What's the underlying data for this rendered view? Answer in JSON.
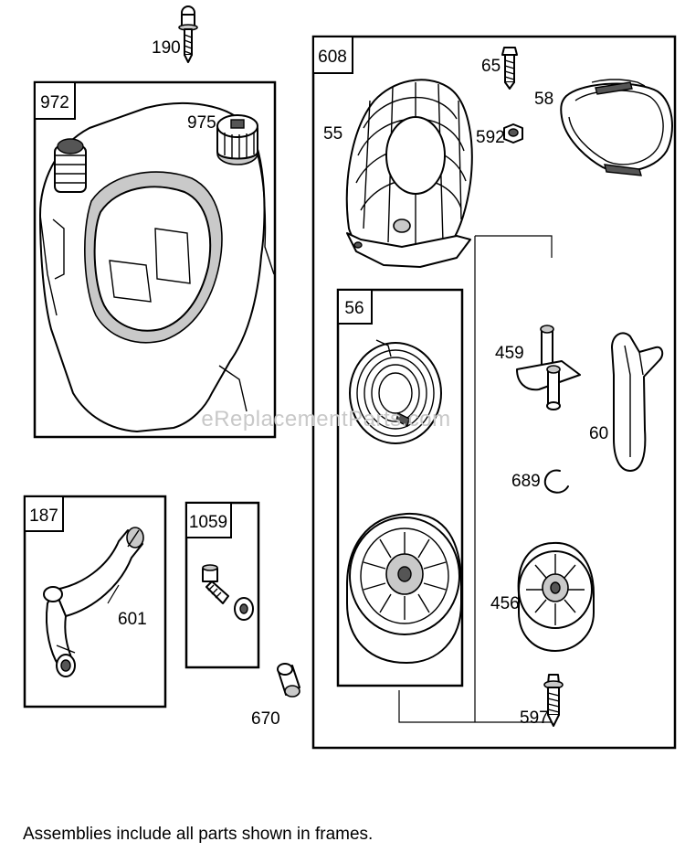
{
  "watermark": "eReplacementParts.com",
  "footnote": "Assemblies include all parts shown in frames.",
  "frames": {
    "f972": "972",
    "f608": "608",
    "f56": "56",
    "f187": "187",
    "f1059": "1059"
  },
  "callouts": {
    "p190": "190",
    "p975": "975",
    "p65": "65",
    "p58": "58",
    "p55": "55",
    "p592": "592",
    "p459": "459",
    "p60": "60",
    "p689": "689",
    "p456": "456",
    "p597": "597",
    "p601": "601",
    "p670": "670"
  }
}
